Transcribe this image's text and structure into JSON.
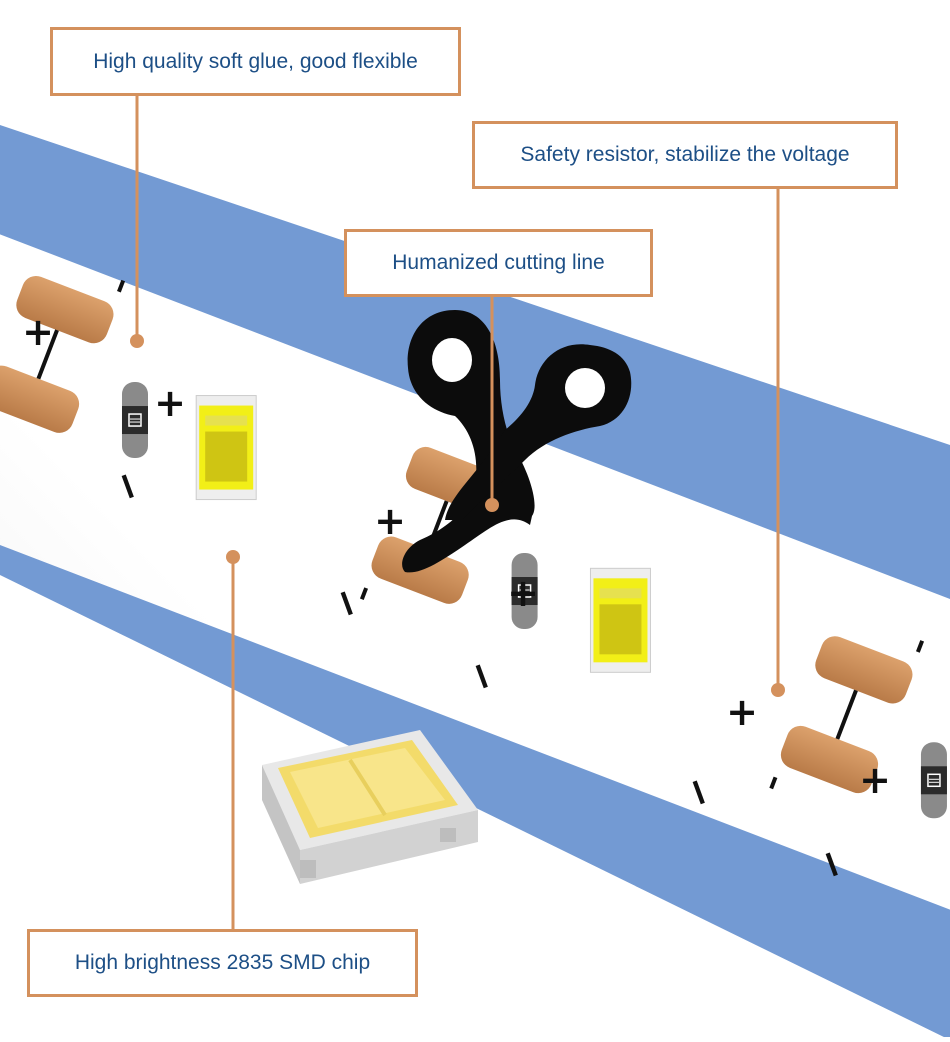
{
  "callouts": {
    "glue": "High quality soft glue, good flexible",
    "resistor": "Safety resistor, stabilize the voltage",
    "cutting": "Humanized cutting line",
    "chip": "High brightness 2835 SMD chip"
  },
  "pad_marks": {
    "plus": "+",
    "minus": "−"
  },
  "icons": [
    "scissors-icon",
    "resistor-icon",
    "smd-chip-icon"
  ],
  "colors": {
    "band": "#739ad3",
    "strip": "#fbfbfb",
    "callout_border": "#d4915d",
    "callout_text": "#1d4f86",
    "pad": "#c98d5b",
    "led": "#f2ef17"
  }
}
